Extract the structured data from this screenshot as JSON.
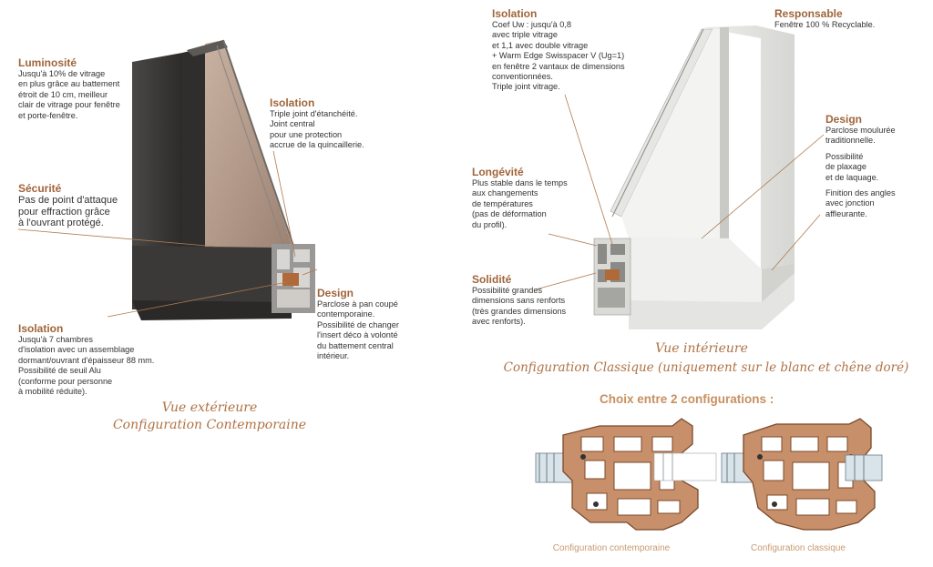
{
  "left_view": {
    "luminosite": {
      "title": "Luminosité",
      "text": "Jusqu'à 10% de vitrage\nen plus grâce au battement\nétroit de 10 cm, meilleur\nclair de vitrage pour fenêtre\net porte-fenêtre."
    },
    "securite": {
      "title": "Sécurité",
      "text": "Pas de point d'attaque\npour effraction grâce\nà l'ouvrant protégé."
    },
    "isolation_top": {
      "title": "Isolation",
      "text": "Triple joint d'étanchéité.\nJoint central\npour une protection\naccrue de la quincaillerie."
    },
    "isolation_bottom": {
      "title": "Isolation",
      "text": "Jusqu'à 7 chambres\nd'isolation avec un assemblage\ndormant/ouvrant d'épaisseur 88 mm.\nPossibilité de seuil Alu\n(conforme pour personne\nà mobilité réduite)."
    },
    "design": {
      "title": "Design",
      "text": "Parclose à pan coupé\ncontemporaine.\nPossibilité de changer\nl'insert déco à volonté\ndu battement central\nintérieur."
    },
    "caption_line1": "Vue extérieure",
    "caption_line2": "Configuration Contemporaine"
  },
  "right_view": {
    "isolation": {
      "title": "Isolation",
      "text": "Coef Uw : jusqu'à 0,8\navec triple vitrage\net 1,1 avec double vitrage\n+ Warm Edge Swisspacer V (Ug=1)\nen fenêtre 2 vantaux de dimensions\nconventionnées.\nTriple joint vitrage."
    },
    "responsable": {
      "title": "Responsable",
      "text": "Fenêtre 100 % Recyclable."
    },
    "design": {
      "title": "Design",
      "text": "Parclose moulurée\ntraditionnelle.",
      "text2": "Possibilité\nde plaxage\net de laquage.",
      "text3": "Finition des angles\navec jonction\naffleurante."
    },
    "longevite": {
      "title": "Longévité",
      "text": "Plus stable dans le temps\naux changements\nde températures\n(pas de déformation\ndu profil)."
    },
    "solidite": {
      "title": "Solidité",
      "text": "Possibilité grandes\ndimensions sans renforts\n(très grandes dimensions\navec renforts)."
    },
    "caption_line1": "Vue intérieure",
    "caption_line2": "Configuration Classique (uniquement sur le blanc et chêne doré)"
  },
  "choice": {
    "title": "Choix entre 2 configurations :",
    "left_label": "Configuration contemporaine",
    "right_label": "Configuration classique"
  },
  "colors": {
    "accent": "#a0653a",
    "profile_fill": "#c8906a",
    "profile_stroke": "#7a4a2a",
    "frame_dark": "#3b3a38",
    "glass": "#b59a88"
  }
}
